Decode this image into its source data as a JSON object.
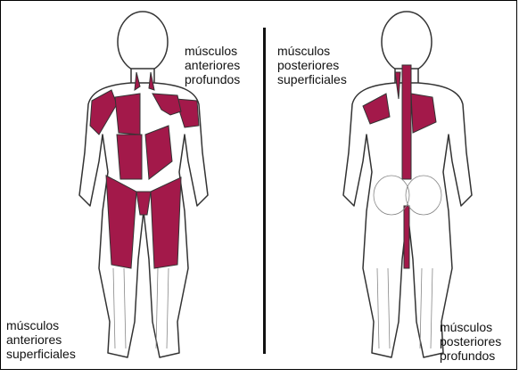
{
  "colors": {
    "muscle": "#a3194a",
    "outline": "#333333",
    "skin": "#ffffff",
    "grey": "#e6e6e6"
  },
  "labels": {
    "top_left": [
      "músculos",
      "anteriores",
      "profundos"
    ],
    "top_right": [
      "músculos",
      "posteriores",
      "superficiales"
    ],
    "bottom_left": [
      "músculos",
      "anteriores",
      "superficiales"
    ],
    "bottom_right": [
      "músculos",
      "posteriores",
      "profundos"
    ]
  }
}
